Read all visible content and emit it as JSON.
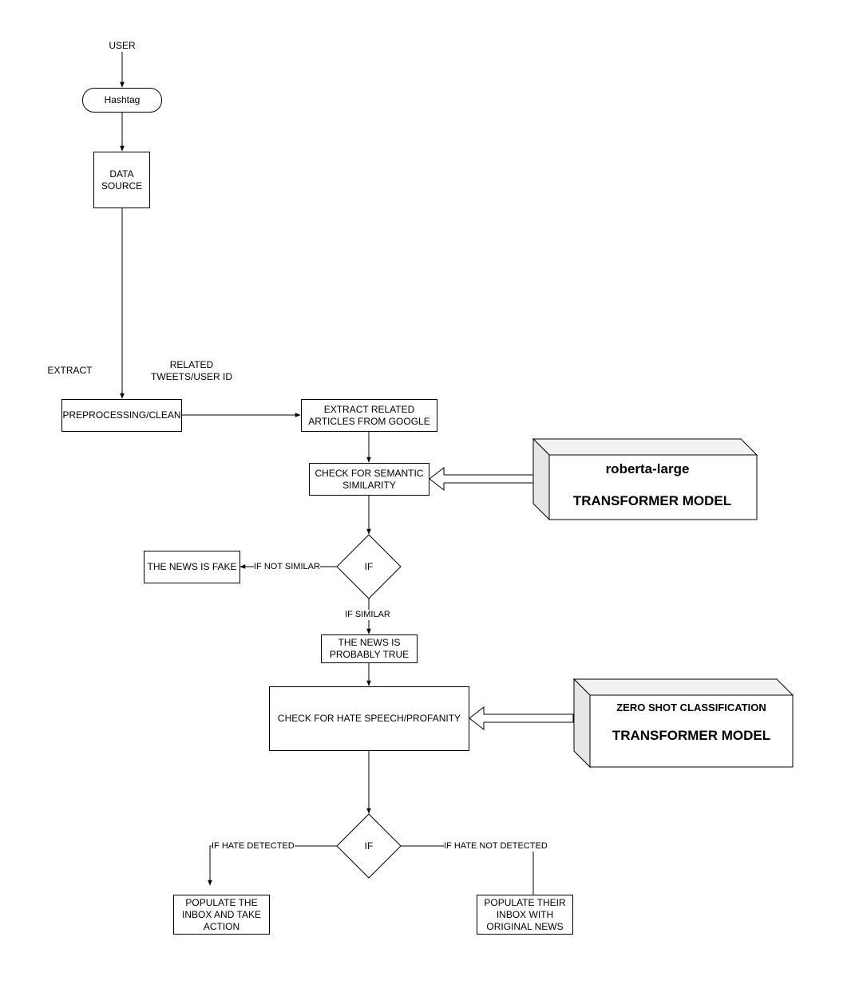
{
  "nodes": {
    "user": "USER",
    "hashtag": "Hashtag",
    "data_source": "DATA\nSOURCE",
    "extract": "EXTRACT",
    "related_tweets": "RELATED\nTWEETS/USER ID",
    "preprocessing": "PREPROCESSING/CLEAN",
    "extract_articles": "EXTRACT RELATED\nARTICLES  FROM GOOGLE",
    "semantic_check": "CHECK FOR SEMANTIC\nSIMILARITY",
    "decision_1": "IF",
    "news_fake": "THE NEWS IS FAKE",
    "news_true": "THE NEWS IS\nPROBABLY TRUE",
    "hate_check": "CHECK FOR HATE SPEECH/PROFANITY",
    "decision_2": "IF",
    "populate_action": "POPULATE THE\nINBOX AND TAKE\nACTION",
    "populate_original": "POPULATE THEIR\nINBOX WITH\nORIGINAL NEWS"
  },
  "edges": {
    "if_not_similar": "IF NOT SIMILAR",
    "if_similar": "IF SIMILAR",
    "if_hate_detected": "IF HATE DETECTED",
    "if_hate_not_detected": "IF HATE NOT DETECTED"
  },
  "models": {
    "model_1": {
      "name": "roberta-large",
      "type": "TRANSFORMER MODEL"
    },
    "model_2": {
      "name": "ZERO SHOT CLASSIFICATION",
      "type": "TRANSFORMER MODEL"
    }
  }
}
